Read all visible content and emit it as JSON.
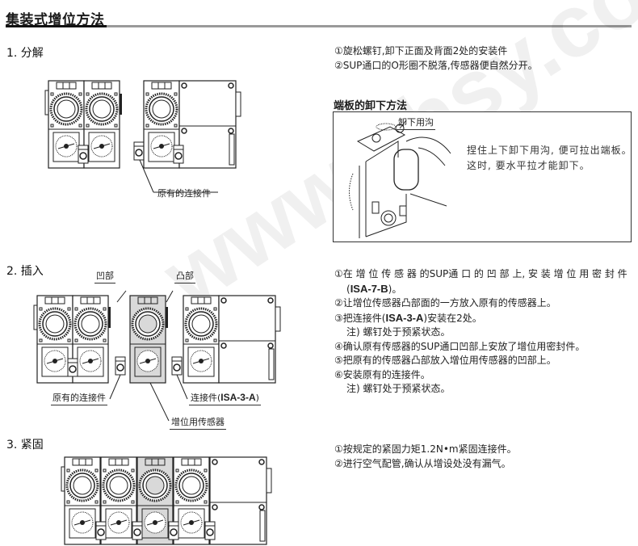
{
  "document": {
    "title": "集装式增位方法",
    "watermark": "www.ehsy.com"
  },
  "sections": {
    "disassemble": {
      "heading": "1. 分解",
      "steps": [
        "①旋松螺钉,卸下正面及背面2处的安装件",
        "②SUP通口的O形圈不脱落,传感器便自然分开。"
      ],
      "diagram": {
        "callouts": {
          "original_connector": "原有的连接件"
        }
      }
    },
    "endplate_removal": {
      "heading": "端板的卸下方法",
      "callout": "卸下用沟",
      "text_lines": [
        "捏住上下卸下用沟, 便可拉出端板。",
        "这时, 要水平拉才能卸下。"
      ]
    },
    "insert": {
      "heading": "2. 插入",
      "steps": [
        {
          "prefix": "①在 增 位 传 感 器 的SUP通 口 的 凹 部 上, 安 装 增 位 用 密 封 件",
          "bold": "",
          "suffix": ""
        },
        {
          "prefix": "(",
          "bold": "ISA-7-B",
          "suffix": ")。",
          "indent": true
        },
        {
          "prefix": "②让增位传感器凸部面的一方放入原有的传感器上。",
          "bold": "",
          "suffix": ""
        },
        {
          "prefix": "③把连接件(",
          "bold": "ISA-3-A",
          "suffix": ")安装在2处。"
        },
        {
          "prefix": "注) 螺钉处于预紧状态。",
          "bold": "",
          "suffix": "",
          "indent": true
        },
        {
          "prefix": "④确认原有传感器的SUP通口凹部上安放了增位用密封件。",
          "bold": "",
          "suffix": ""
        },
        {
          "prefix": "⑤把原有的传感器凸部放入增位用传感器的凹部上。",
          "bold": "",
          "suffix": ""
        },
        {
          "prefix": "⑥安装原有的连接件。",
          "bold": "",
          "suffix": ""
        },
        {
          "prefix": "注) 螺钉处于预紧状态。",
          "bold": "",
          "suffix": "",
          "indent": true
        }
      ],
      "diagram": {
        "callouts": {
          "recess": "凹部",
          "protrusion": "凸部",
          "original_connector": "原有的连接件",
          "connector_prefix": "连接件(",
          "connector_model": "ISA-3-A",
          "connector_suffix": ")",
          "added_sensor": "增位用传感器"
        }
      }
    },
    "tighten": {
      "heading": "3. 紧固",
      "steps": [
        "①按规定的紧固力矩1.2N•m紧固连接件。",
        "②进行空气配管,确认从增设处没有漏气。"
      ]
    }
  },
  "colors": {
    "line": "#222222",
    "highlight_fill": "#d9d9d9",
    "title_bar_dark": "#111111",
    "title_bar_grey": "#9a9a9a"
  }
}
